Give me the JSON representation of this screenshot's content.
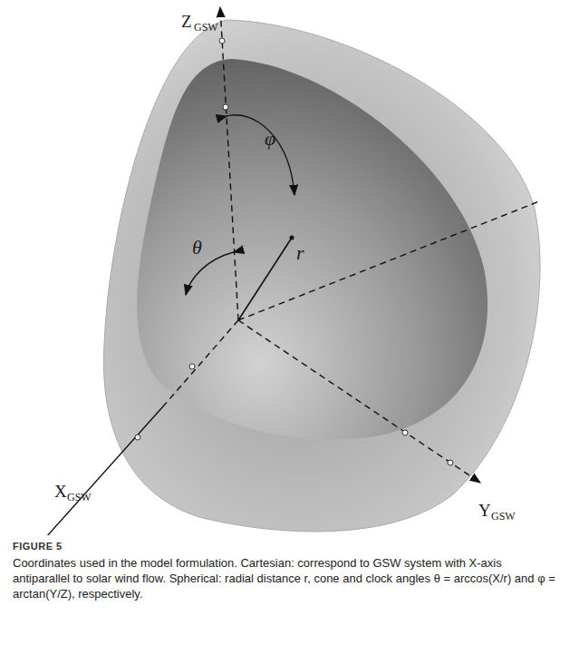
{
  "diagram": {
    "title": "FIGURE 5",
    "caption": "Coordinates used in the model formulation. Cartesian: correspond to GSW system with X-axis antiparallel to solar wind flow. Spherical: radial distance r, cone and clock angles θ = arccos(X/r) and φ = arctan(Y/Z), respectively.",
    "labels": [
      "Z",
      "GSW",
      "φ",
      "θ",
      "r",
      "X",
      "GSW",
      "Y",
      "GSW"
    ]
  }
}
